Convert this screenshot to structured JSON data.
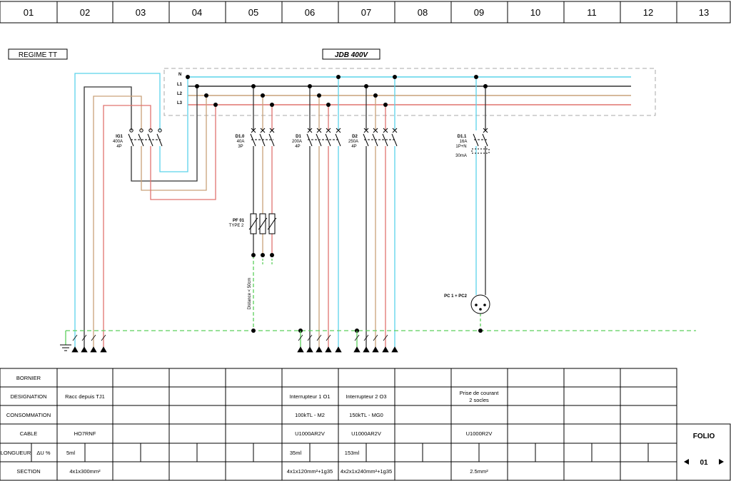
{
  "columns": [
    "01",
    "02",
    "03",
    "04",
    "05",
    "06",
    "07",
    "08",
    "09",
    "10",
    "11",
    "12",
    "13"
  ],
  "regime": "REGIME TT",
  "panel_title": "JDB 400V",
  "bus_labels": [
    "N",
    "L1",
    "L2",
    "L3"
  ],
  "colors": {
    "neutral": "#5bd3ea",
    "l1": "#333333",
    "l2": "#c9a27a",
    "l3": "#e0736f",
    "earth": "#5ccf5c",
    "enclosure": "#aaaaaa"
  },
  "main_switch": {
    "ref": "IG1",
    "rating": "400A",
    "poles": "4P"
  },
  "breakers": [
    {
      "ref": "D1.0",
      "rating": "40A",
      "poles": "3P"
    },
    {
      "ref": "D1",
      "rating": "200A",
      "poles": "4P"
    },
    {
      "ref": "D2",
      "rating": "250A",
      "poles": "4P"
    },
    {
      "ref": "D1.1",
      "rating": "16A",
      "poles": "1P+N",
      "sensitivity": "30mA"
    }
  ],
  "surge_protector": {
    "ref": "PF 01",
    "type": "TYPE 2"
  },
  "distance_note": "Distance < 50cm",
  "socket": {
    "ref": "PC 1 + PC2"
  },
  "table": {
    "row_labels": {
      "bornier": "BORNIER",
      "designation": "DESIGNATION",
      "consommation": "CONSOMMATION",
      "cable": "CABLE",
      "longueur": "LONGUEUR",
      "delta_u": "ΔU %",
      "section": "SECTION"
    },
    "designation": {
      "c02": "Racc depuis TJ1",
      "c06": "Interrupteur 1 O1",
      "c07": "Interrupteur 2 O3",
      "c09_line1": "Prise de courant",
      "c09_line2": "2 socles"
    },
    "consommation": {
      "c06": "100kTL - M2",
      "c07": "150kTL - MG0"
    },
    "cable": {
      "c02": "HO7RNF",
      "c06": "U1000AR2V",
      "c07": "U1000AR2V",
      "c09": "U1000R2V"
    },
    "longueur": {
      "c02": "5ml",
      "c06": "35ml",
      "c07": "153ml"
    },
    "section": {
      "c02": "4x1x300mm²",
      "c06": "4x1x120mm²+1g35",
      "c07": "4x2x1x240mm²+1g35",
      "c09": "2.5mm²"
    }
  },
  "folio": {
    "label": "FOLIO",
    "number": "01",
    "prev_icon": "triangle-left",
    "next_icon": "triangle-right"
  }
}
